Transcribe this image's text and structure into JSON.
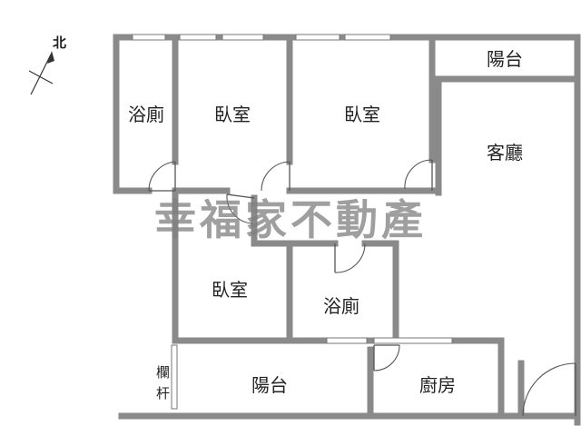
{
  "compass": {
    "label": "北"
  },
  "rooms": {
    "bathroom_top": "浴廁",
    "bedroom_1": "臥室",
    "bedroom_2": "臥室",
    "balcony_top": "陽台",
    "living_room": "客廳",
    "bedroom_3": "臥室",
    "bathroom_center": "浴廁",
    "balcony_bottom": "陽台",
    "kitchen": "廚房"
  },
  "railing": {
    "line1": "欄",
    "line2": "杆"
  },
  "watermark": {
    "text": "幸福家不動產"
  },
  "colors": {
    "wall": "#8a8a8a",
    "watermark": "#7f7f7f",
    "text": "#222222"
  }
}
